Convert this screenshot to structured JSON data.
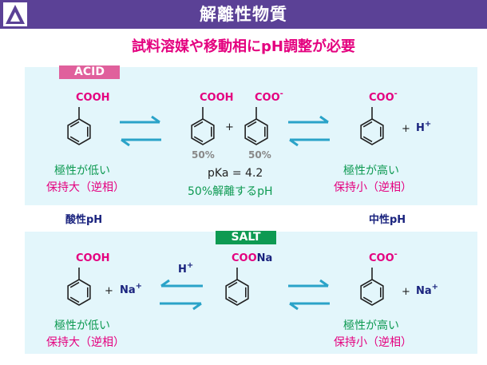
{
  "header": {
    "title": "解離性物質"
  },
  "subtitle": "試料溶媒や移動相にpH調整が必要",
  "acid_section": {
    "label": "ACID",
    "left": {
      "group": "COOH",
      "polarity": "極性が低い",
      "retention": "保持大（逆相）"
    },
    "middle": {
      "group1": "COOH",
      "group2": "COO",
      "charge": "-",
      "plus": "+",
      "pct1": "50%",
      "pct2": "50%",
      "pka": "pKa = 4.2",
      "pka_note": "50%解離するpH"
    },
    "right": {
      "group": "COO",
      "charge": "-",
      "plus": "+",
      "ion": "H",
      "ion_charge": "+",
      "polarity": "極性が高い",
      "retention": "保持小（逆相）"
    },
    "ph_left": "酸性pH",
    "ph_right": "中性pH"
  },
  "salt_section": {
    "label": "SALT",
    "left": {
      "group": "COOH",
      "plus": "+",
      "ion": "Na",
      "ion_charge": "+",
      "polarity": "極性が低い",
      "retention": "保持大（逆相）"
    },
    "center": {
      "group": "COONa",
      "arrow_ion": "H",
      "arrow_ion_charge": "+"
    },
    "right": {
      "group": "COO",
      "charge": "-",
      "plus": "+",
      "ion": "Na",
      "ion_charge": "+",
      "polarity": "極性が高い",
      "retention": "保持小（逆相）"
    }
  },
  "colors": {
    "header": "#5b4196",
    "magenta": "#e4007f",
    "green": "#0e9a52",
    "navy": "#1a237e",
    "arrow": "#2aa3c8",
    "panel": "#e3f6fb"
  }
}
